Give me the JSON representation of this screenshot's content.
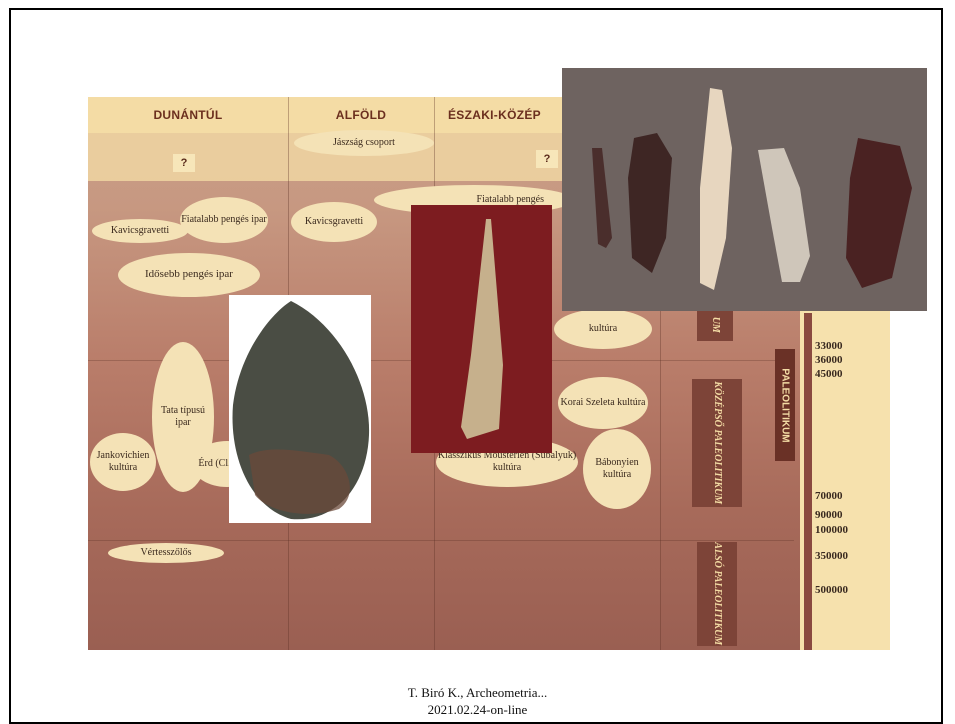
{
  "header": {
    "col1": "DUNÁNTÚL",
    "col2": "ALFÖLD",
    "col3": "ÉSZAKI-KÖZÉP"
  },
  "cells": {
    "jaszsag": "Jászság csoport",
    "q1": "?",
    "q2": "?",
    "fiatalabb_1": "Fiatalabb pengés ipar",
    "kavics_1": "Kavicsgravetti",
    "kavics_2": "Kavicsgravetti",
    "fiatalabb_2": "Fiatalabb pengés",
    "idosebb": "Idősebb pengés ipar",
    "kultura_mid": "kultúra",
    "tata": "Tata típusú ipar",
    "jankovichien": "Jankovichien kultúra",
    "erd": "Érd (Cl... ku...",
    "korai_szeleta": "Korai Szeleta kultúra",
    "moustier": "Klasszikus Moustérien (Subalyuk) kultúra",
    "babonyien": "Bábonyien kultúra",
    "vertesszolos": "Vértesszőlős"
  },
  "periods": {
    "paleolitikum": "PALEOLITIKUM",
    "kozepso": "KÖZÉPSŐ PALEOLITIKUM",
    "also": "ALSÓ PALEOLITIKUM",
    "upper_fragment": "UM"
  },
  "scale": [
    "33000",
    "36000",
    "45000",
    "70000",
    "90000",
    "100000",
    "350000",
    "500000"
  ],
  "caption": {
    "line1": "T. Biró K., Archeometria...",
    "line2": "2021.02.24-on-line"
  }
}
